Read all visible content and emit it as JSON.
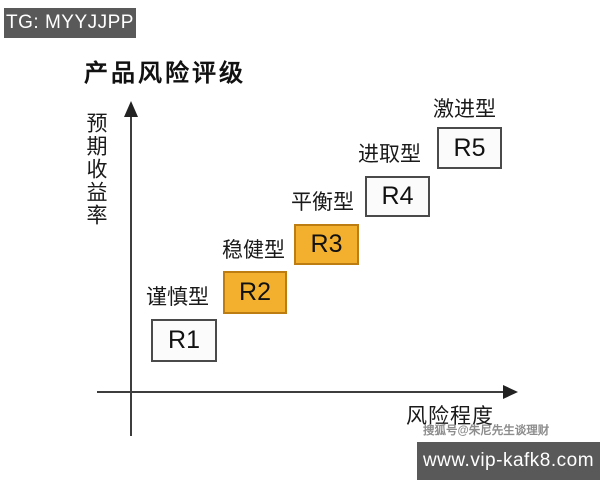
{
  "badges": {
    "top_left": "TG: MYYJJPP",
    "bottom_right": "www.vip-kafk8.com"
  },
  "watermark": "搜狐号@朱尼先生谈理财",
  "chart_data": {
    "type": "scatter",
    "title": "产品风险评级",
    "xlabel": "风险程度",
    "ylabel": "预期收益率",
    "grid": false,
    "legend": false,
    "axis_arrows": true,
    "categories": [
      "R1",
      "R2",
      "R3",
      "R4",
      "R5"
    ],
    "points": [
      {
        "code": "R1",
        "label": "谨慎型",
        "risk_rank": 1,
        "return_rank": 1,
        "highlighted": false
      },
      {
        "code": "R2",
        "label": "稳健型",
        "risk_rank": 2,
        "return_rank": 2,
        "highlighted": true
      },
      {
        "code": "R3",
        "label": "平衡型",
        "risk_rank": 3,
        "return_rank": 3,
        "highlighted": true
      },
      {
        "code": "R4",
        "label": "进取型",
        "risk_rank": 4,
        "return_rank": 4,
        "highlighted": false
      },
      {
        "code": "R5",
        "label": "激进型",
        "risk_rank": 5,
        "return_rank": 5,
        "highlighted": false
      }
    ],
    "colors": {
      "highlight_fill": "#F3B02E",
      "highlight_border": "#BE7D10",
      "plain_fill": "#FBFBFB",
      "plain_border": "#4A4A4A",
      "axis": "#3D3D3D",
      "badge_bg": "#595959",
      "badge_text": "#FFFFFF"
    }
  }
}
